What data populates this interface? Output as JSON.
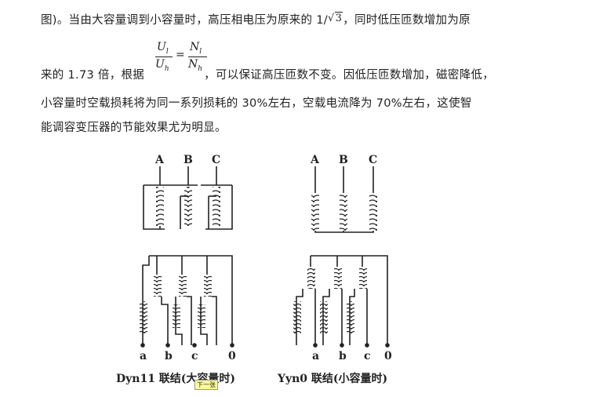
{
  "paragraph": {
    "line1_prefix": "图)。当由大容量调到小容量时，高压相电压为原来的 1/",
    "line1_radical": "√",
    "line1_radicand": "3",
    "line1_suffix": "，同时低压匝数增加为原",
    "line2_prefix": "来的 1.73 倍，根据",
    "line2_suffix": "，可以保证高压匝数不变。因低压匝数增加，磁密降低，",
    "line3": "小容量时空载损耗将为同一系列损耗的 30%左右，空载电流降为 70%左右，这使智",
    "line4": "能调容变压器的节能效果尤为明显。"
  },
  "formula": {
    "num_left": "U",
    "num_left_sub": "l",
    "den_left": "U",
    "den_left_sub": "h",
    "equals": "=",
    "num_right": "N",
    "num_right_sub": "l",
    "den_right": "N",
    "den_right_sub": "h"
  },
  "diagram_left": {
    "terminals_top": [
      "A",
      "B",
      "C"
    ],
    "terminals_bottom": [
      "a",
      "b",
      "c",
      "0"
    ],
    "caption": "Dyn11 联结(大容量时)"
  },
  "diagram_right": {
    "terminals_top": [
      "A",
      "B",
      "C"
    ],
    "terminals_bottom": [
      "a",
      "b",
      "c",
      "0"
    ],
    "caption": "Yyn0 联结(小容量时)"
  },
  "tooltip": "下一张"
}
